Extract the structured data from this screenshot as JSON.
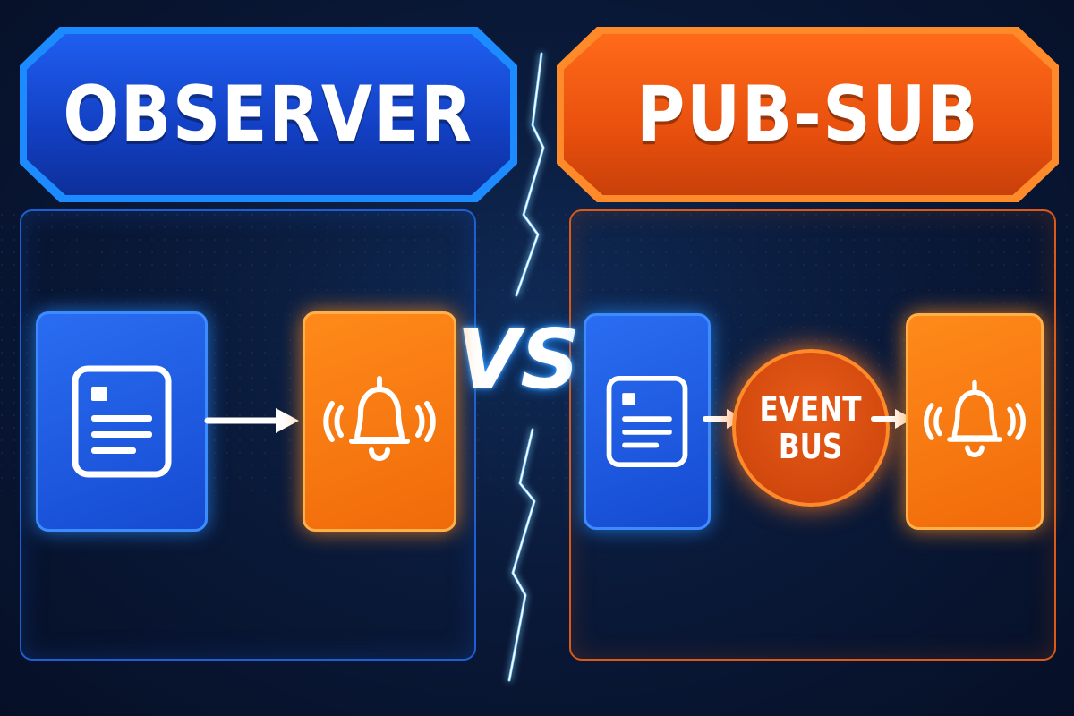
{
  "left_side": {
    "title": "OBSERVER",
    "accent_color": "#1f5ef0",
    "elements": [
      {
        "icon": "document-icon",
        "color": "#2a6df2"
      },
      {
        "icon": "bell-icon",
        "color": "#ff8a1a"
      }
    ]
  },
  "right_side": {
    "title": "PUB-SUB",
    "accent_color": "#ff6a1a",
    "elements": [
      {
        "icon": "document-icon",
        "color": "#2a6df2"
      },
      {
        "label_line1": "EVENT",
        "label_line2": "BUS",
        "color": "#d24a10"
      },
      {
        "icon": "bell-icon",
        "color": "#ff8a1a"
      }
    ]
  },
  "divider": {
    "label": "VS",
    "icon": "lightning-icon"
  }
}
